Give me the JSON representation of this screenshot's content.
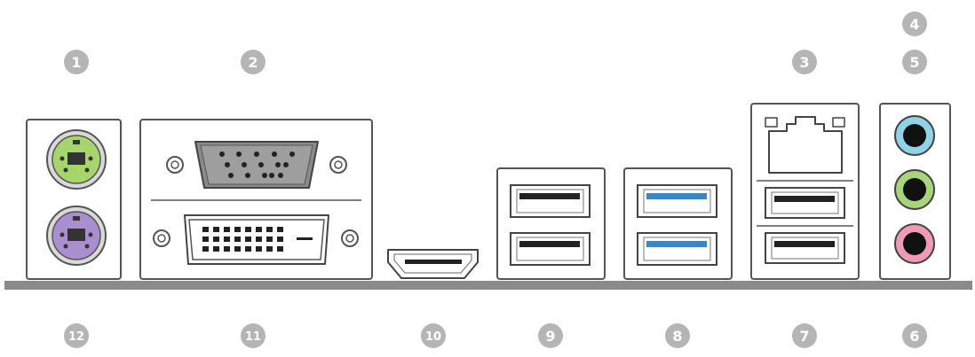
{
  "labels": {
    "ps2_mouse": "1",
    "vga": "2",
    "lan": "3",
    "line_in": "4",
    "front_speaker": "5",
    "microphone": "6",
    "usb2_lan": "7",
    "usb3": "8",
    "usb2": "9",
    "hdmi": "10",
    "dvi": "11",
    "ps2_keyboard": "12"
  },
  "colors": {
    "ps2_mouse": "#a6d56b",
    "ps2_keyboard": "#a98fd0",
    "audio_line_in": "#8ed3e8",
    "audio_front": "#a8d57a",
    "audio_mic": "#f09bb4",
    "usb3_tab": "#3d86c6",
    "marker": "#b5b5b5"
  }
}
